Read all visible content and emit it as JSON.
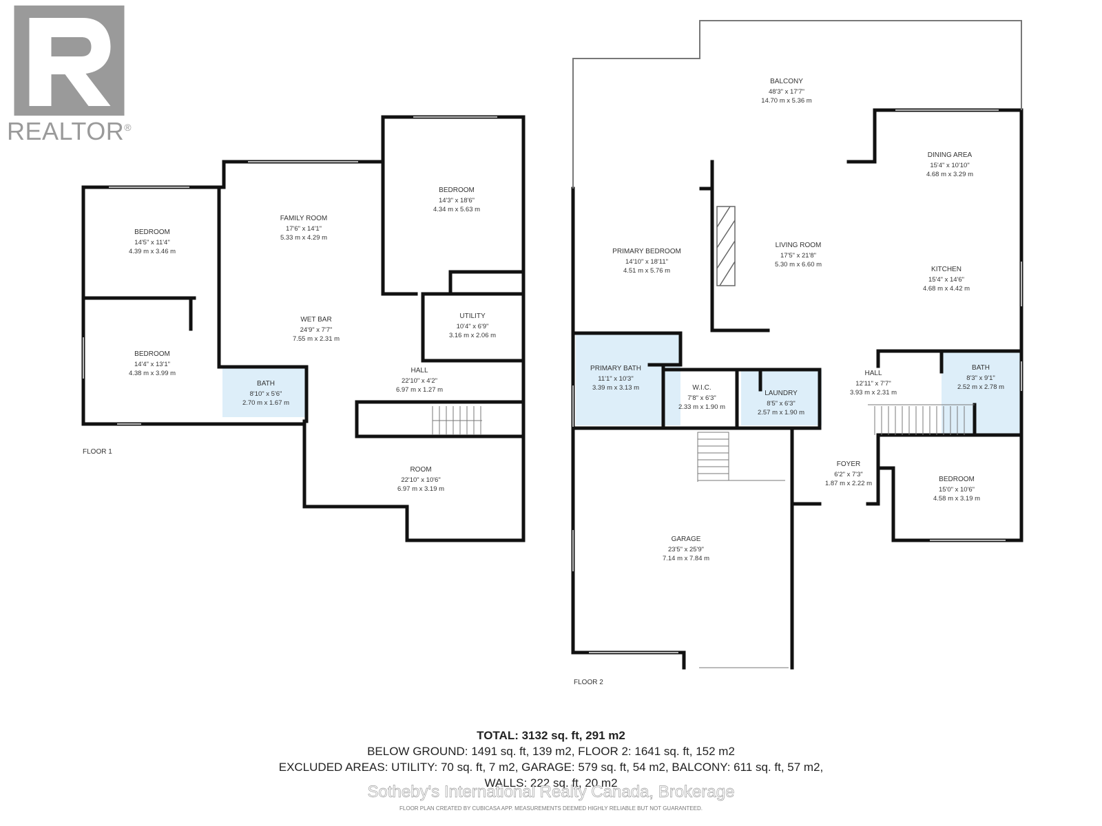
{
  "brand": {
    "name": "REALTOR",
    "mark": "®",
    "logo_color": "#9a9a9a"
  },
  "colors": {
    "wall": "#111111",
    "bath_fill": "#ddeef9",
    "text": "#333333"
  },
  "floors": {
    "floor1": {
      "label": "FLOOR 1",
      "rooms": [
        {
          "name": "BEDROOM",
          "imperial": "14'5\" x 11'4\"",
          "metric": "4.39 m x 3.46 m"
        },
        {
          "name": "FAMILY ROOM",
          "imperial": "17'6\" x 14'1\"",
          "metric": "5.33 m x 4.29 m"
        },
        {
          "name": "BEDROOM",
          "imperial": "14'3\" x 18'6\"",
          "metric": "4.34 m x 5.63 m"
        },
        {
          "name": "WET BAR",
          "imperial": "24'9\" x 7'7\"",
          "metric": "7.55 m x 2.31 m"
        },
        {
          "name": "UTILITY",
          "imperial": "10'4\" x 6'9\"",
          "metric": "3.16 m x 2.06 m"
        },
        {
          "name": "BEDROOM",
          "imperial": "14'4\" x 13'1\"",
          "metric": "4.38 m x 3.99 m"
        },
        {
          "name": "BATH",
          "imperial": "8'10\" x 5'6\"",
          "metric": "2.70 m x 1.67 m"
        },
        {
          "name": "HALL",
          "imperial": "22'10\" x 4'2\"",
          "metric": "6.97 m x 1.27 m"
        },
        {
          "name": "ROOM",
          "imperial": "22'10\" x 10'6\"",
          "metric": "6.97 m x 3.19 m"
        }
      ]
    },
    "floor2": {
      "label": "FLOOR 2",
      "rooms": [
        {
          "name": "BALCONY",
          "imperial": "48'3\" x 17'7\"",
          "metric": "14.70 m x 5.36 m"
        },
        {
          "name": "DINING AREA",
          "imperial": "15'4\" x 10'10\"",
          "metric": "4.68 m x 3.29 m"
        },
        {
          "name": "PRIMARY BEDROOM",
          "imperial": "14'10\" x 18'11\"",
          "metric": "4.51 m x 5.76 m"
        },
        {
          "name": "LIVING ROOM",
          "imperial": "17'5\" x 21'8\"",
          "metric": "5.30 m x 6.60 m"
        },
        {
          "name": "KITCHEN",
          "imperial": "15'4\" x 14'6\"",
          "metric": "4.68 m x 4.42 m"
        },
        {
          "name": "PRIMARY BATH",
          "imperial": "11'1\" x 10'3\"",
          "metric": "3.39 m x 3.13 m"
        },
        {
          "name": "W.I.C.",
          "imperial": "7'8\" x 6'3\"",
          "metric": "2.33 m x 1.90 m"
        },
        {
          "name": "LAUNDRY",
          "imperial": "8'5\" x 6'3\"",
          "metric": "2.57 m x 1.90 m"
        },
        {
          "name": "HALL",
          "imperial": "12'11\" x 7'7\"",
          "metric": "3.93 m x 2.31 m"
        },
        {
          "name": "BATH",
          "imperial": "8'3\" x 9'1\"",
          "metric": "2.52 m x 2.78 m"
        },
        {
          "name": "FOYER",
          "imperial": "6'2\" x 7'3\"",
          "metric": "1.87 m x 2.22 m"
        },
        {
          "name": "BEDROOM",
          "imperial": "15'0\" x 10'6\"",
          "metric": "4.58 m x 3.19 m"
        },
        {
          "name": "GARAGE",
          "imperial": "23'5\" x 25'9\"",
          "metric": "7.14 m x 7.84 m"
        }
      ]
    }
  },
  "summary": {
    "total": "TOTAL: 3132 sq. ft, 291 m2",
    "line1": "BELOW GROUND: 1491 sq. ft, 139 m2, FLOOR 2: 1641 sq. ft, 152 m2",
    "line2": "EXCLUDED AREAS: UTILITY: 70 sq. ft, 7 m2, GARAGE: 579 sq. ft, 54 m2, BALCONY: 611 sq. ft, 57 m2,",
    "line3": "WALLS: 222 sq. ft, 20 m2"
  },
  "brokerage": "Sotheby's International Realty Canada, Brokerage",
  "disclaimer": "FLOOR PLAN CREATED BY CUBICASA APP. MEASUREMENTS DEEMED HIGHLY RELIABLE BUT NOT GUARANTEED."
}
